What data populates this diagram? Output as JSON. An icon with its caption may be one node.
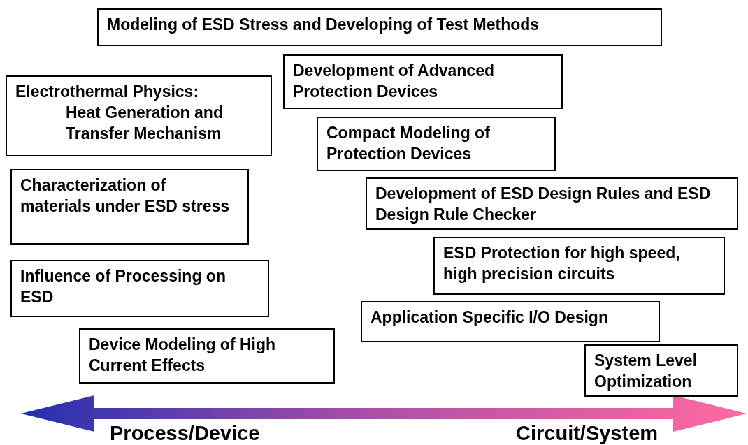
{
  "diagram": {
    "nodes": [
      {
        "text": [
          "Modeling of ESD Stress and Developing of Test Methods"
        ]
      },
      {
        "text": [
          "Development of Advanced Protection Devices"
        ]
      },
      {
        "text": [
          "Electrothermal Physics:",
          "Heat Generation and Transfer Mechanism"
        ]
      },
      {
        "text": [
          "Compact Modeling of Protection Devices"
        ]
      },
      {
        "text": [
          "Characterization of materials under ESD stress"
        ]
      },
      {
        "text": [
          "Development of ESD Design Rules and ESD Design Rule Checker"
        ]
      },
      {
        "text": [
          "ESD Protection for high speed, high precision circuits"
        ]
      },
      {
        "text": [
          "Influence of Processing on ESD"
        ]
      },
      {
        "text": [
          "Application Specific I/O Design"
        ]
      },
      {
        "text": [
          "Device Modeling of High Current Effects"
        ]
      },
      {
        "text": [
          "System Level Optimization"
        ]
      }
    ],
    "labels": [
      "Process/Device",
      "Circuit/System"
    ]
  }
}
